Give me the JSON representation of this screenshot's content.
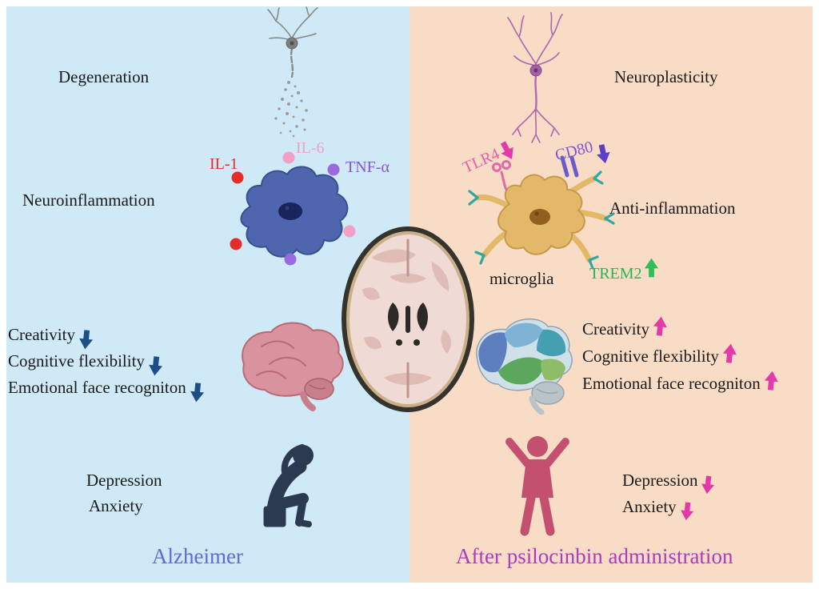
{
  "left": {
    "title": "Alzheimer",
    "degeneration": "Degeneration",
    "neuroinflammation": "Neuroinflammation",
    "il1": "IL-1",
    "il6": "IL-6",
    "tnfa": "TNF-α",
    "creativity": "Creativity",
    "cognitive_flexibility": "Cognitive flexibility",
    "emotional_face_recognition": "Emotional face recogniton",
    "depression": "Depression",
    "anxiety": "Anxiety"
  },
  "right": {
    "title": "After psilocinbin administration",
    "neuroplasticity": "Neuroplasticity",
    "tlr4": "TLR4",
    "cd80": "CD80",
    "trem2": "TREM2",
    "anti_inflammation": "Anti-inflammation",
    "microglia": "microglia",
    "creativity": "Creativity",
    "cognitive_flexibility": "Cognitive flexibility",
    "emotional_face_recognition": "Emotional face recogniton",
    "depression": "Depression",
    "anxiety": "Anxiety"
  },
  "colors": {
    "left_bg": "#cfe9f6",
    "right_bg": "#f9dcc5",
    "left_title": "#5f6ad4",
    "right_title": "#aa3cc2",
    "il1": "#e52d27",
    "il6": "#f2a0c4",
    "tnfa": "#8a55d6",
    "tlr4": "#e85fae",
    "cd80": "#7a55d8",
    "trem2": "#21b854",
    "arrow_down_left": "#1d4e89",
    "arrow_pink": "#e23aa8",
    "arrow_purple": "#5b3fc9",
    "arrow_green": "#2bc158",
    "text": "#1a1a1a"
  }
}
